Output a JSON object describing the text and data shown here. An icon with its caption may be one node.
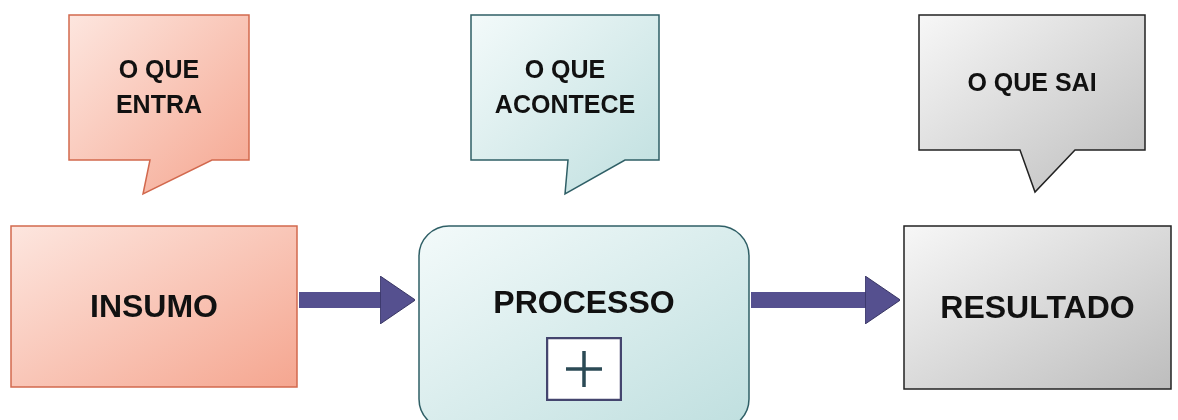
{
  "diagram": {
    "nodes": [
      {
        "text": [
          "O QUE ENTRA"
        ]
      },
      {
        "text": [
          "O QUE ACONTECE"
        ]
      },
      {
        "text": [
          "O QUE SAI"
        ]
      },
      {
        "text": [
          "INSUMO"
        ]
      },
      {
        "text": [
          "PROCESSO"
        ]
      },
      {
        "text": [
          "RESULTADO"
        ]
      }
    ],
    "edges": [
      {
        "from": 3,
        "to": 4,
        "arrow": "to"
      },
      {
        "from": 4,
        "to": 5,
        "arrow": "to"
      }
    ]
  }
}
